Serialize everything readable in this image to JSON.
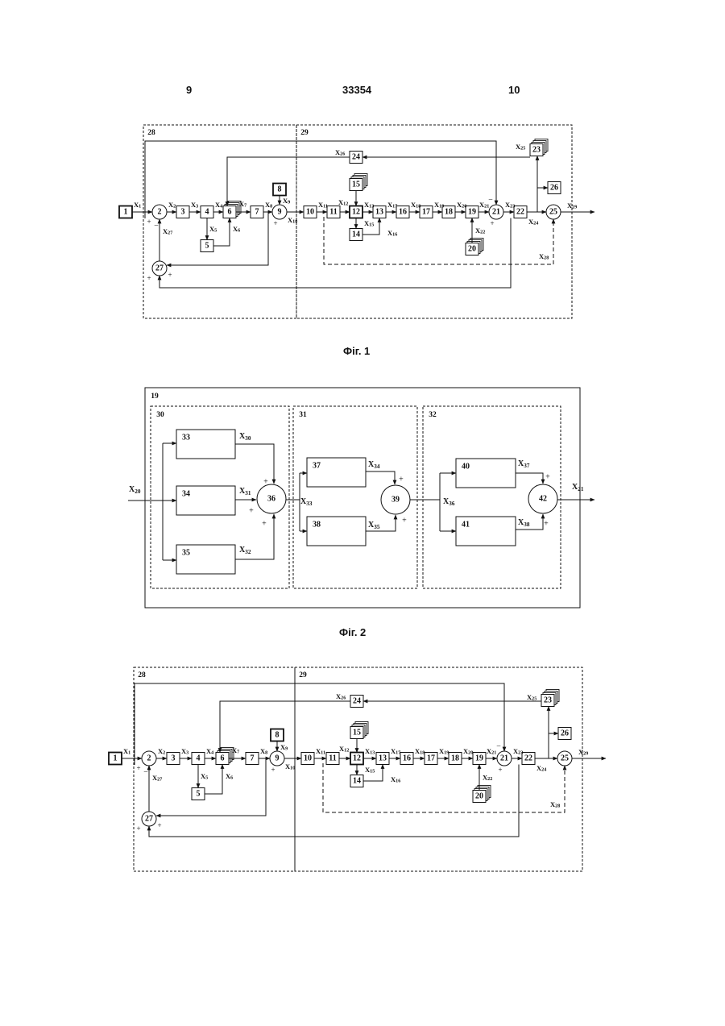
{
  "header": {
    "left": "9",
    "center": "33354",
    "right": "10"
  },
  "captions": {
    "fig1": "Фіг. 1",
    "fig2": "Фіг. 2"
  },
  "fig1": {
    "zones": [
      "28",
      "29"
    ],
    "blocks": [
      "1",
      "2",
      "3",
      "4",
      "5",
      "6",
      "7",
      "8",
      "9",
      "10",
      "11",
      "12",
      "13",
      "14",
      "15",
      "16",
      "17",
      "18",
      "19",
      "20",
      "21",
      "22",
      "23",
      "24",
      "25",
      "26",
      "27"
    ],
    "signals": {
      "x1": "X1",
      "x2": "X2",
      "x3": "X3",
      "x4": "X4",
      "x5": "X5",
      "x6": "X6",
      "x7": "X7",
      "x8": "X8",
      "x9": "X9",
      "x10": "X10",
      "x11": "X11",
      "x12": "X12",
      "x13": "X13",
      "x14": "X14",
      "x15": "X15",
      "x16": "X16",
      "x17": "X17",
      "x18": "X18",
      "x19": "X19",
      "x20": "X20",
      "x21": "X21",
      "x22": "X22",
      "x23": "X23",
      "x24": "X24",
      "x25": "X25",
      "x26": "X26",
      "x27": "X27",
      "x28": "X28",
      "x29": "X29"
    },
    "signs": {
      "plus": "+",
      "minus": "–"
    }
  },
  "fig2": {
    "outer": "19",
    "groups": [
      "30",
      "31",
      "32"
    ],
    "blocks": [
      "33",
      "34",
      "35",
      "36",
      "37",
      "38",
      "39",
      "40",
      "41",
      "42"
    ],
    "signals": {
      "x20": "X20",
      "x21": "X21",
      "x30": "X30",
      "x31": "X31",
      "x32": "X32",
      "x33": "X33",
      "x34": "X34",
      "x35": "X35",
      "x36": "X36",
      "x37": "X37",
      "x38": "X38"
    }
  }
}
